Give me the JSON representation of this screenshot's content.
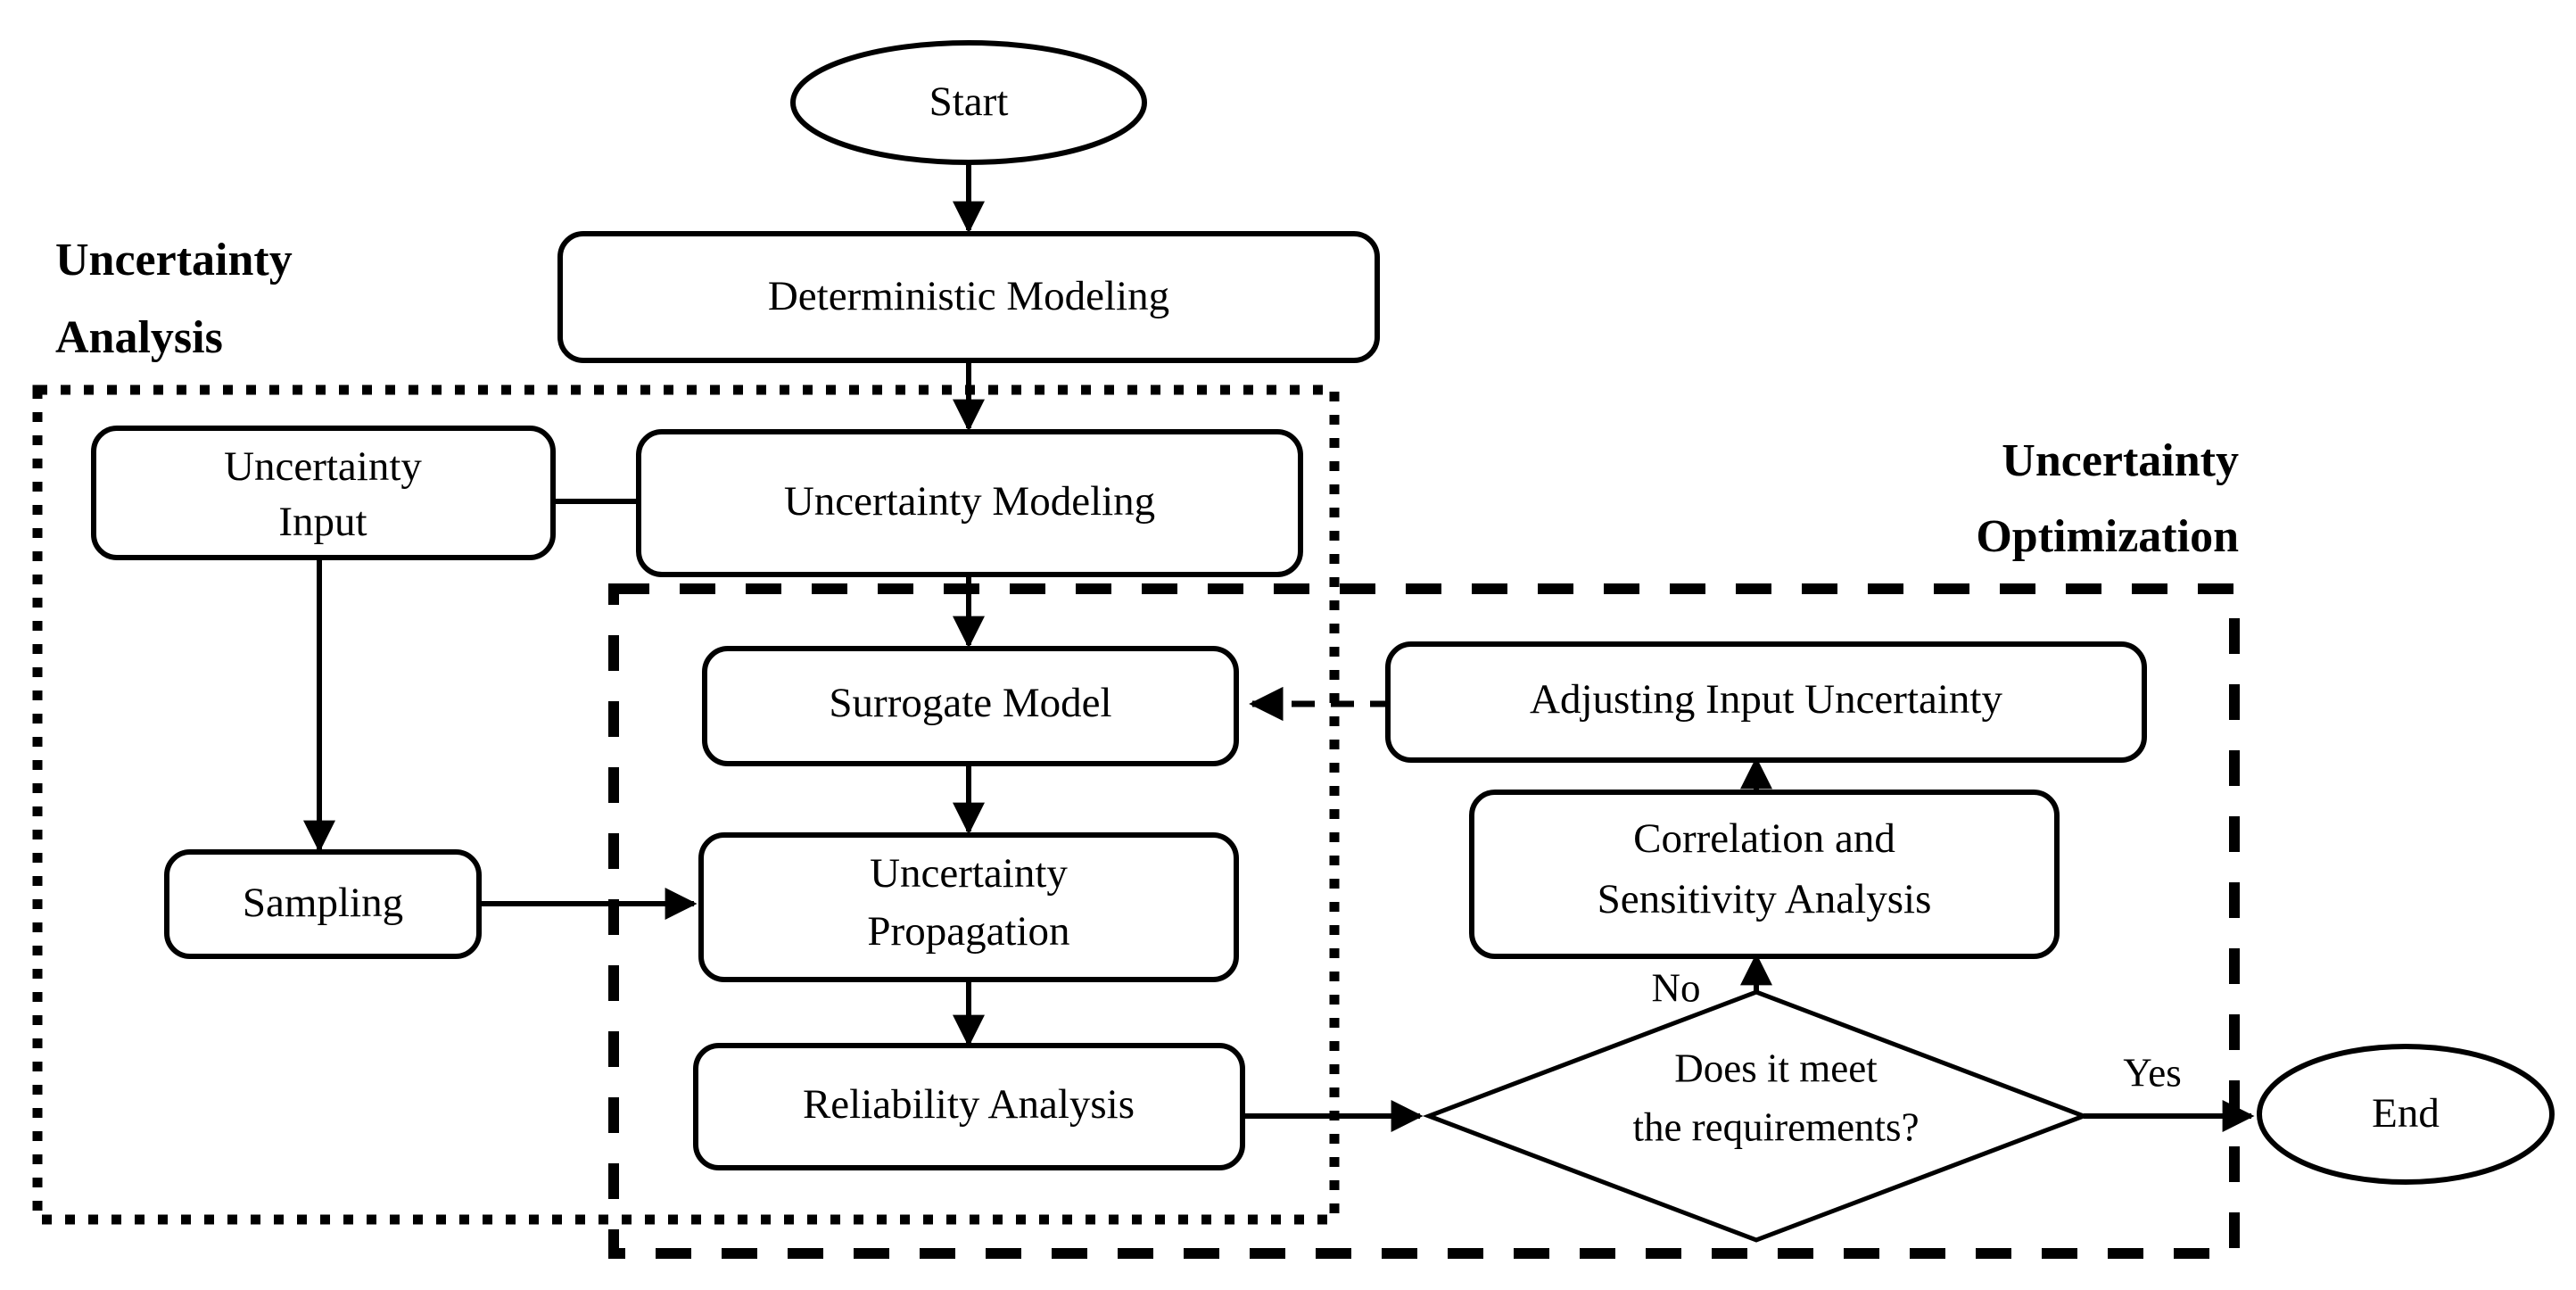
{
  "diagram": {
    "title": "Uncertainty analysis and optimization flowchart",
    "background_color": "#ffffff",
    "line_color": "#000000"
  },
  "groups": [
    {
      "id": "uncertainty-analysis",
      "label_line1": "Uncertainty",
      "label_line2": "Analysis",
      "border_style": "dotted"
    },
    {
      "id": "uncertainty-optimization",
      "label_line1": "Uncertainty",
      "label_line2": "Optimization",
      "border_style": "dashed"
    }
  ],
  "nodes": {
    "start": {
      "label": "Start",
      "shape": "ellipse"
    },
    "deterministic_modeling": {
      "label": "Deterministic Modeling",
      "shape": "rounded-rect"
    },
    "uncertainty_input_l1": {
      "label": "Uncertainty",
      "shape": "rounded-rect"
    },
    "uncertainty_input_l2": {
      "label": "Input"
    },
    "uncertainty_modeling": {
      "label": "Uncertainty Modeling",
      "shape": "rounded-rect"
    },
    "sampling": {
      "label": "Sampling",
      "shape": "rounded-rect"
    },
    "surrogate_model": {
      "label": "Surrogate Model",
      "shape": "rounded-rect"
    },
    "uncertainty_propagation_l1": {
      "label": "Uncertainty",
      "shape": "rounded-rect"
    },
    "uncertainty_propagation_l2": {
      "label": "Propagation"
    },
    "reliability_analysis": {
      "label": "Reliability Analysis",
      "shape": "rounded-rect"
    },
    "adjusting_input_uncertainty": {
      "label": "Adjusting Input Uncertainty",
      "shape": "rounded-rect"
    },
    "correlation_sensitivity_l1": {
      "label": "Correlation and",
      "shape": "rounded-rect"
    },
    "correlation_sensitivity_l2": {
      "label": "Sensitivity Analysis"
    },
    "decision_l1": {
      "label": "Does it meet",
      "shape": "diamond"
    },
    "decision_l2": {
      "label": "the requirements?"
    },
    "end": {
      "label": "End",
      "shape": "ellipse"
    }
  },
  "edge_labels": {
    "no": "No",
    "yes": "Yes"
  },
  "edges": [
    {
      "from": "start",
      "to": "deterministic_modeling",
      "style": "solid"
    },
    {
      "from": "deterministic_modeling",
      "to": "uncertainty_modeling",
      "style": "solid"
    },
    {
      "from": "uncertainty_input",
      "to": "uncertainty_modeling",
      "style": "solid"
    },
    {
      "from": "uncertainty_input",
      "to": "sampling",
      "style": "solid"
    },
    {
      "from": "uncertainty_modeling",
      "to": "surrogate_model",
      "style": "solid"
    },
    {
      "from": "sampling",
      "to": "uncertainty_propagation",
      "style": "solid"
    },
    {
      "from": "surrogate_model",
      "to": "uncertainty_propagation",
      "style": "solid"
    },
    {
      "from": "uncertainty_propagation",
      "to": "reliability_analysis",
      "style": "solid"
    },
    {
      "from": "reliability_analysis",
      "to": "decision",
      "style": "solid"
    },
    {
      "from": "decision",
      "to": "correlation_sensitivity",
      "style": "solid",
      "label": "No"
    },
    {
      "from": "correlation_sensitivity",
      "to": "adjusting_input_uncertainty",
      "style": "solid"
    },
    {
      "from": "adjusting_input_uncertainty",
      "to": "surrogate_model",
      "style": "dashed"
    },
    {
      "from": "decision",
      "to": "end",
      "style": "solid",
      "label": "Yes"
    }
  ]
}
